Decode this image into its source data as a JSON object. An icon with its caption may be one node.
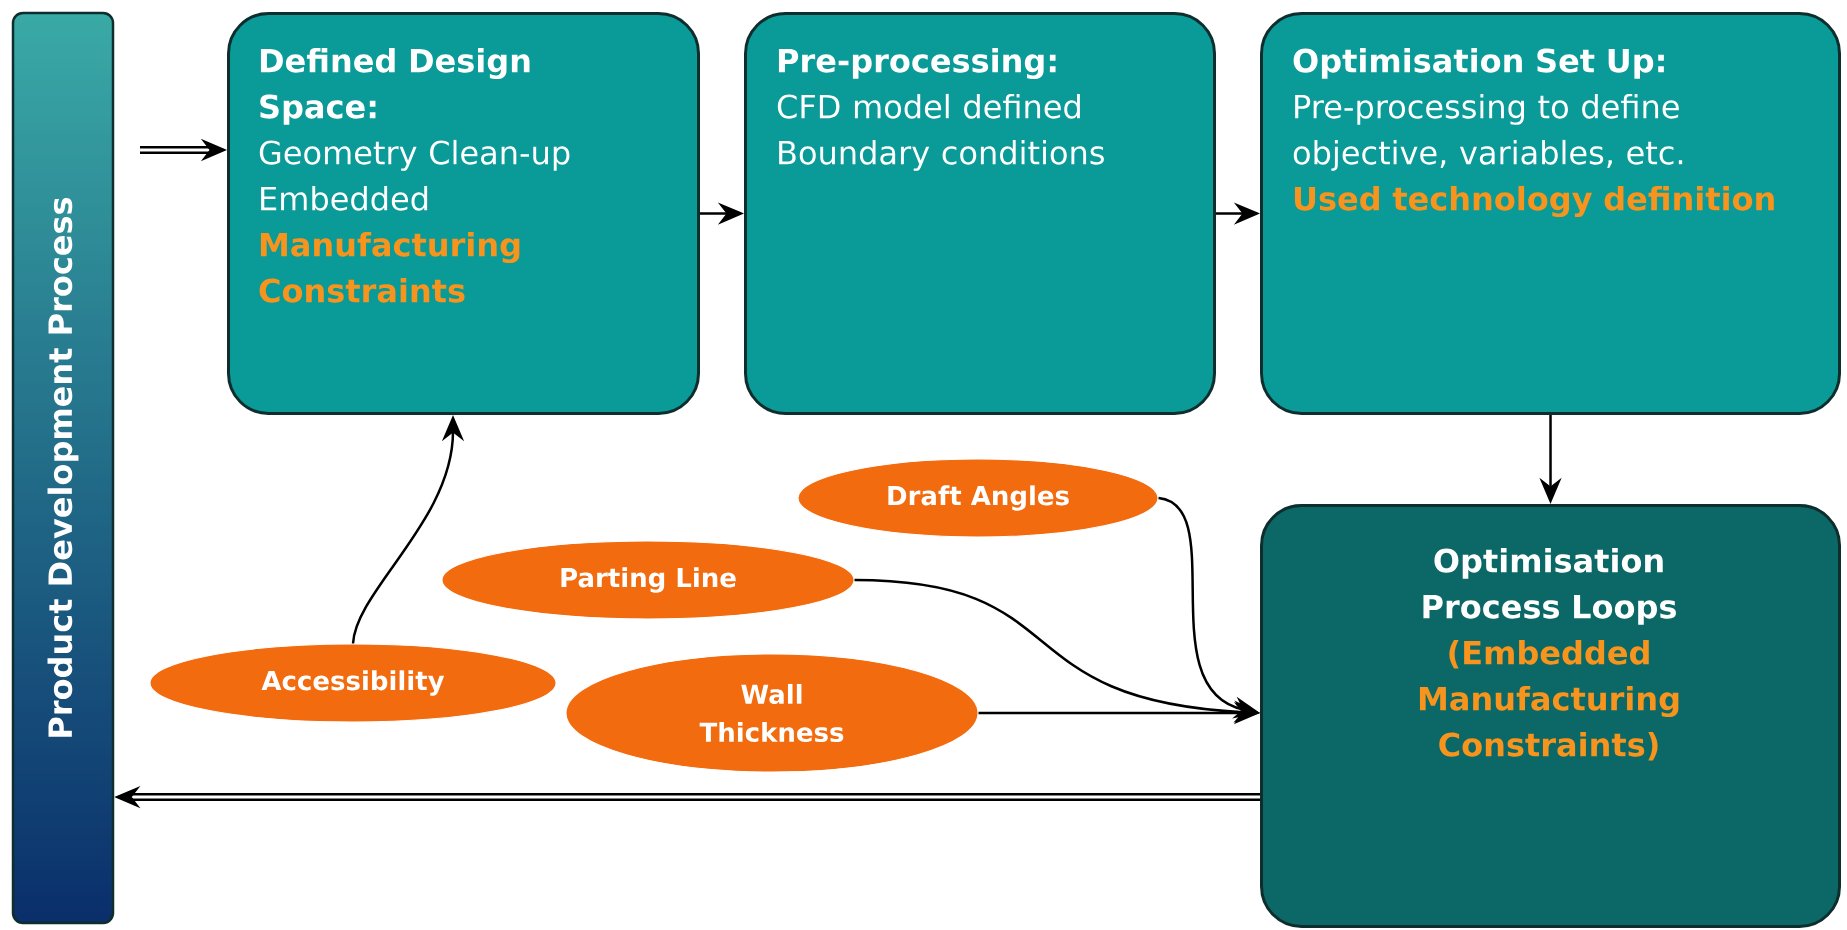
{
  "diagram": {
    "nodes": [
      {
        "text": [
          "Product Development Process"
        ]
      },
      {
        "text": [
          "Defined Design Space:",
          "Geometry Clean-up Embedded",
          "Manufacturing Constraints"
        ]
      },
      {
        "text": [
          "Pre-processing:",
          "CFD model defined Boundary conditions"
        ]
      },
      {
        "text": [
          "Optimisation Set Up:",
          "Pre-processing to define objective, variables, etc.",
          "Used technology definition"
        ]
      },
      {
        "text": [
          "Optimisation Process Loops",
          "(Embedded Manufacturing Constraints)"
        ]
      },
      {
        "text": [
          "Draft Angles"
        ]
      },
      {
        "text": [
          "Parting Line"
        ]
      },
      {
        "text": [
          "Accessibility"
        ]
      },
      {
        "text": [
          "Wall Thickness"
        ]
      }
    ],
    "edges": [
      {
        "from": null,
        "to": 1,
        "arrow": "to",
        "style": "thick"
      },
      {
        "from": 1,
        "to": 2,
        "arrow": "to"
      },
      {
        "from": 2,
        "to": 3,
        "arrow": "to"
      },
      {
        "from": 3,
        "to": 4,
        "arrow": "to"
      },
      {
        "from": 7,
        "to": 1,
        "arrow": "to"
      },
      {
        "from": 5,
        "to": 4,
        "arrow": "to"
      },
      {
        "from": 6,
        "to": 4,
        "arrow": "to"
      },
      {
        "from": 8,
        "to": 4,
        "arrow": "to"
      },
      {
        "from": 4,
        "to": 0,
        "arrow": "to",
        "style": "thick"
      }
    ]
  }
}
